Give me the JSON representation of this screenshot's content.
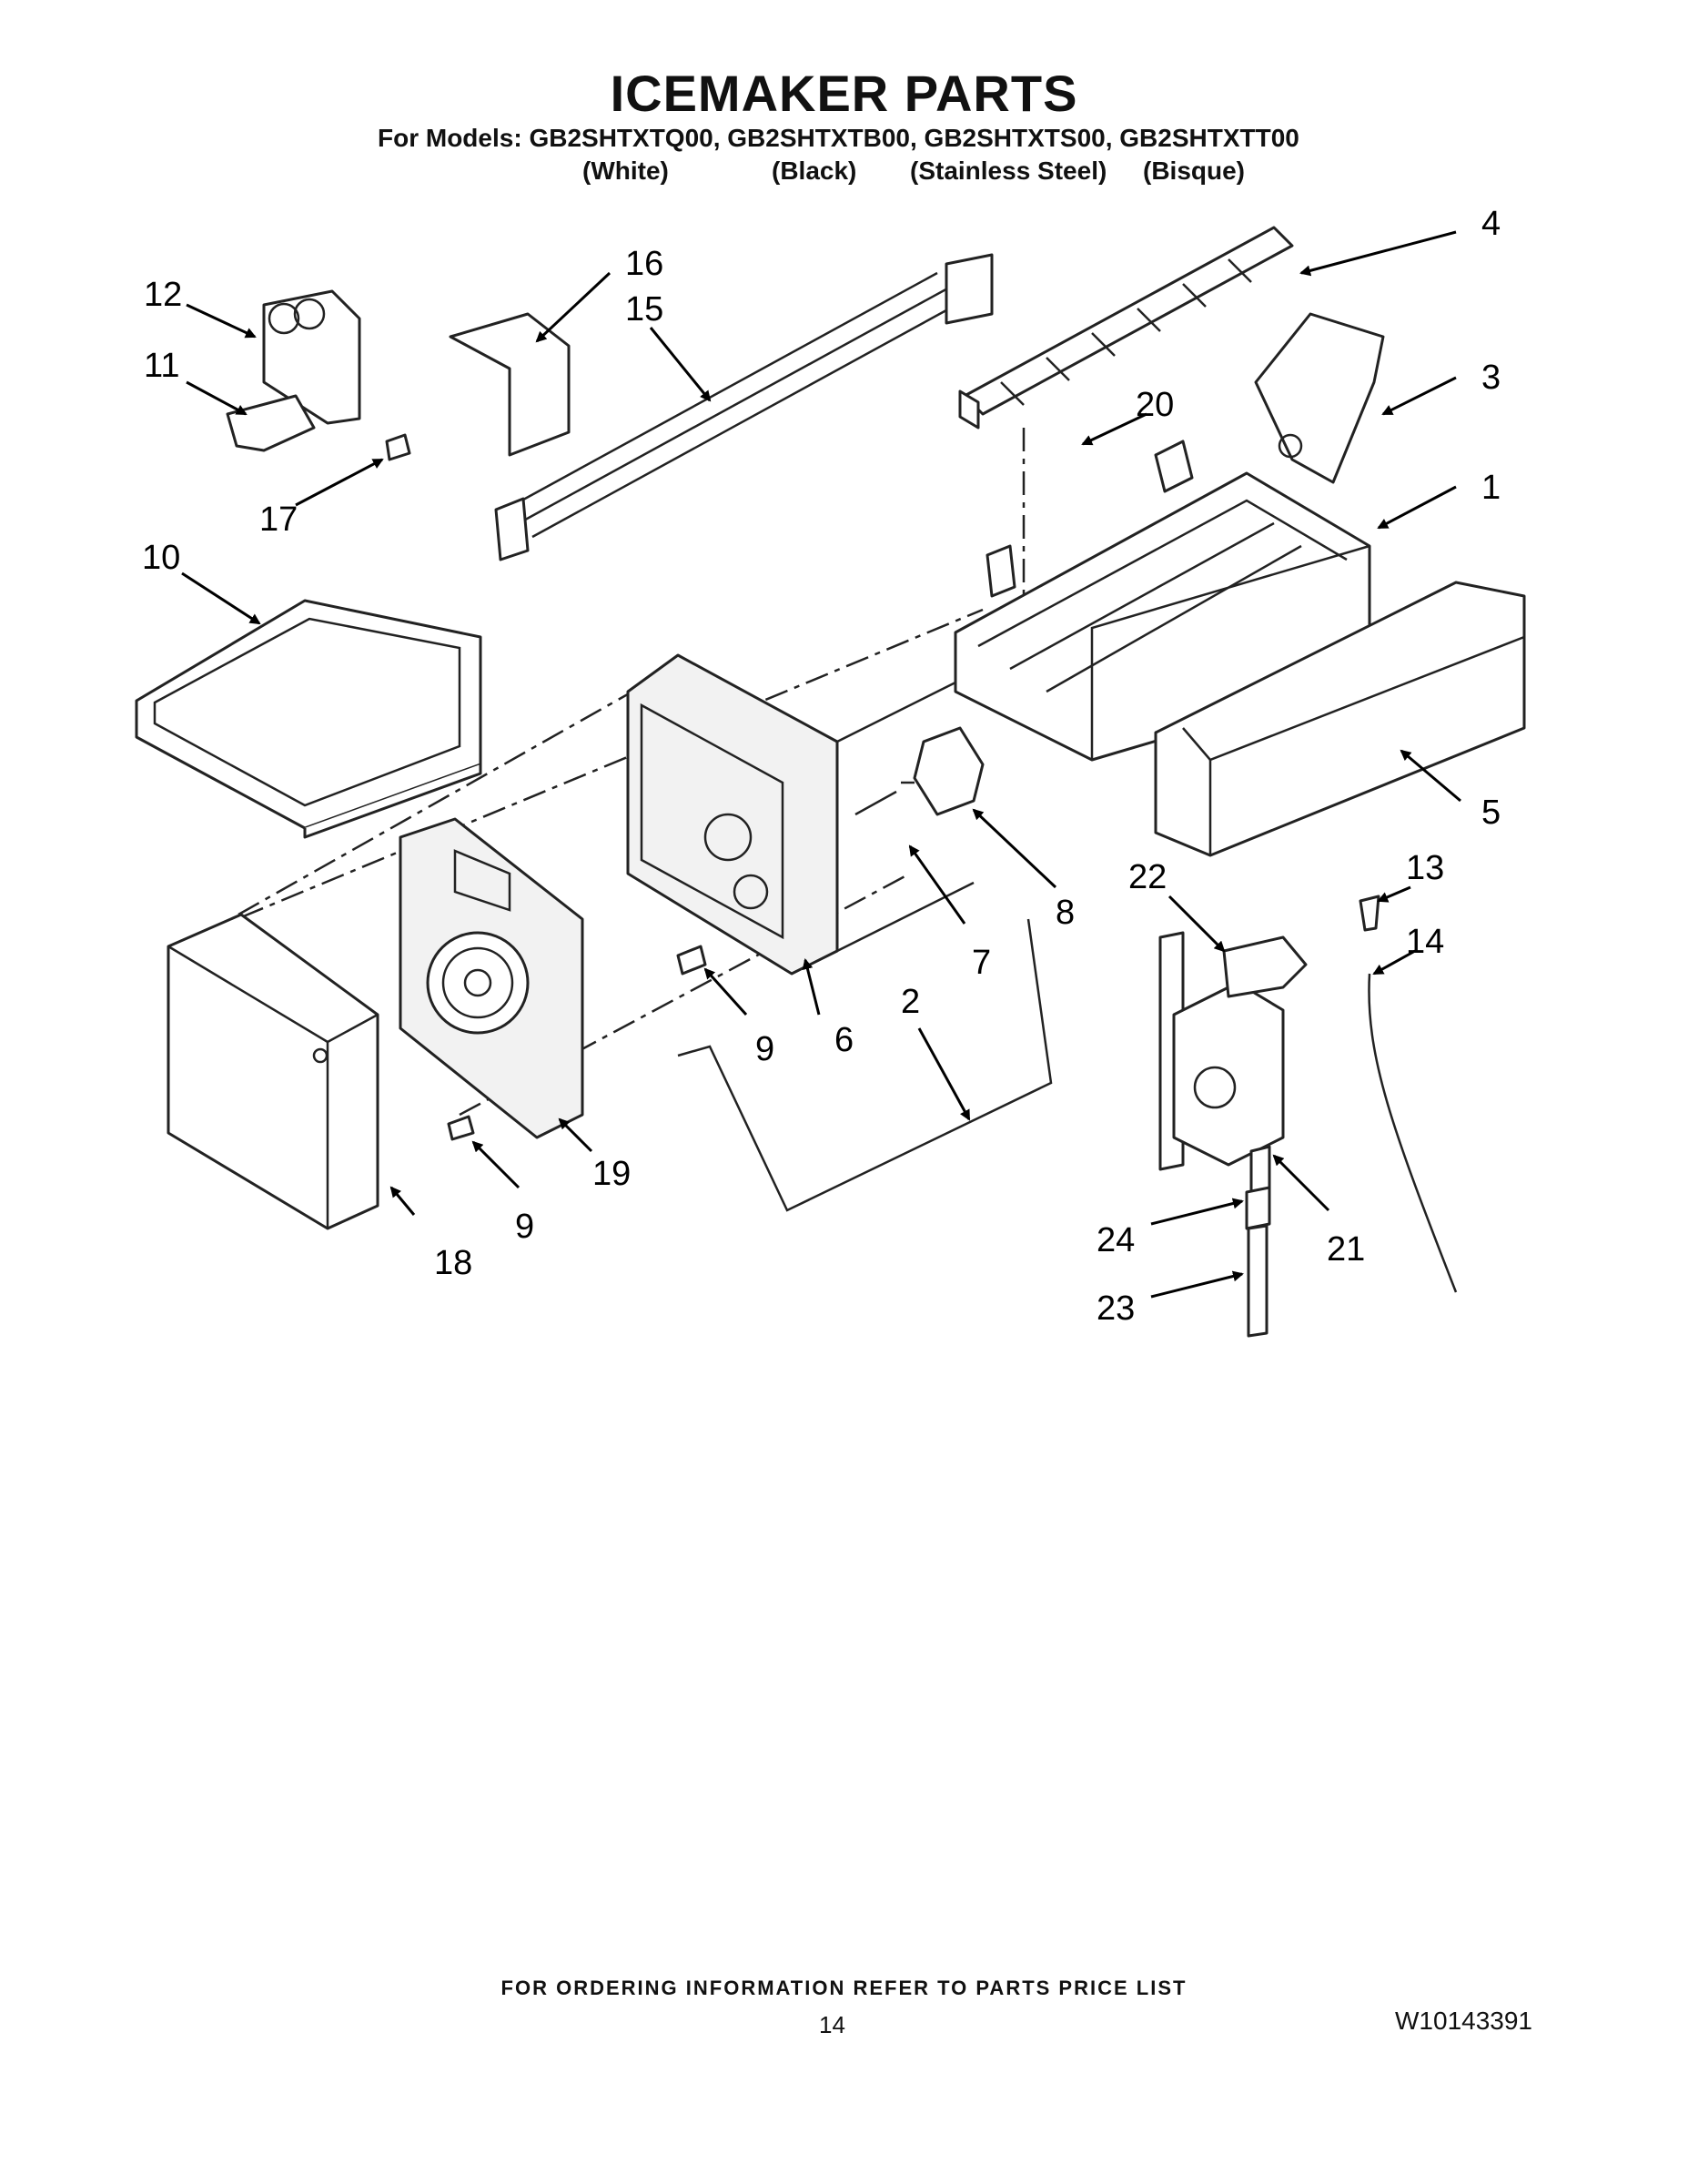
{
  "header": {
    "title": "ICEMAKER PARTS",
    "models_line": "For Models: GB2SHTXTQ00, GB2SHTXTB00, GB2SHTXTS00, GB2SHTXTT00",
    "variants": [
      "(White)",
      "(Black)",
      "(Stainless Steel)",
      "(Bisque)"
    ]
  },
  "callouts": {
    "c1": "1",
    "c2": "2",
    "c3": "3",
    "c4": "4",
    "c5": "5",
    "c6": "6",
    "c7": "7",
    "c8": "8",
    "c9a": "9",
    "c9b": "9",
    "c10": "10",
    "c11": "11",
    "c12": "12",
    "c13": "13",
    "c14": "14",
    "c15": "15",
    "c16": "16",
    "c17": "17",
    "c18": "18",
    "c19": "19",
    "c20": "20",
    "c21": "21",
    "c22": "22",
    "c23": "23",
    "c24": "24"
  },
  "footer": {
    "ordering_note": "FOR ORDERING INFORMATION REFER TO PARTS PRICE LIST",
    "page_number": "14",
    "document_number": "W10143391"
  }
}
